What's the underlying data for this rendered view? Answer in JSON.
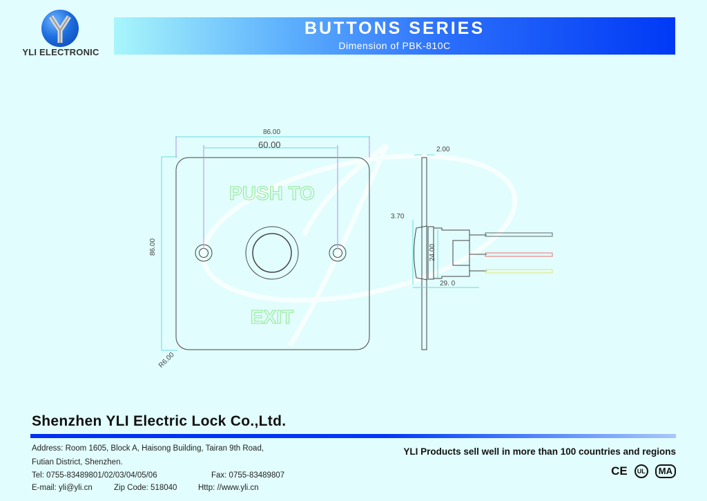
{
  "logo": {
    "brand_text": "YLI ELECTRONIC",
    "icon": "yli-y-logo-icon"
  },
  "header": {
    "title": "BUTTONS SERIES",
    "subtitle": "Dimension of  PBK-810C"
  },
  "drawing": {
    "front_view": {
      "dim_overall_width": "86.00",
      "dim_hole_spacing": "60.00",
      "dim_overall_height": "86.00",
      "dim_corner_radius": "R6.00",
      "legend_top": "PUSH TO",
      "legend_bottom": "EXIT"
    },
    "side_view": {
      "dim_plate_thickness": "2.00",
      "dim_button_protrusion": "3.70",
      "dim_body_diameter": "24.00",
      "dim_depth": "29. 0",
      "wire_colors": [
        "#5a6a6a",
        "#f07070",
        "#e8e860"
      ]
    },
    "colors": {
      "outline": "#444444",
      "dim_line": "#66dddd",
      "extension_line": "#b090ee",
      "legend": "#8ee88e"
    }
  },
  "footer": {
    "company": "Shenzhen YLI Electric Lock Co.,Ltd.",
    "address_line1": "Address: Room 1605, Block A, Haisong Building, Tairan 9th Road,",
    "address_line2": "Futian District, Shenzhen.",
    "tel": "Tel: 0755-83489801/02/03/04/05/06",
    "fax": "Fax: 0755-83489807",
    "email": "E-mail: yli@yli.cn",
    "zip": "Zip Code: 518040",
    "web": "Http: //www.yli.cn",
    "slogan": "YLI Products sell well in more than 100 countries and regions",
    "certifications": [
      "CE",
      "UL",
      "MA"
    ]
  }
}
